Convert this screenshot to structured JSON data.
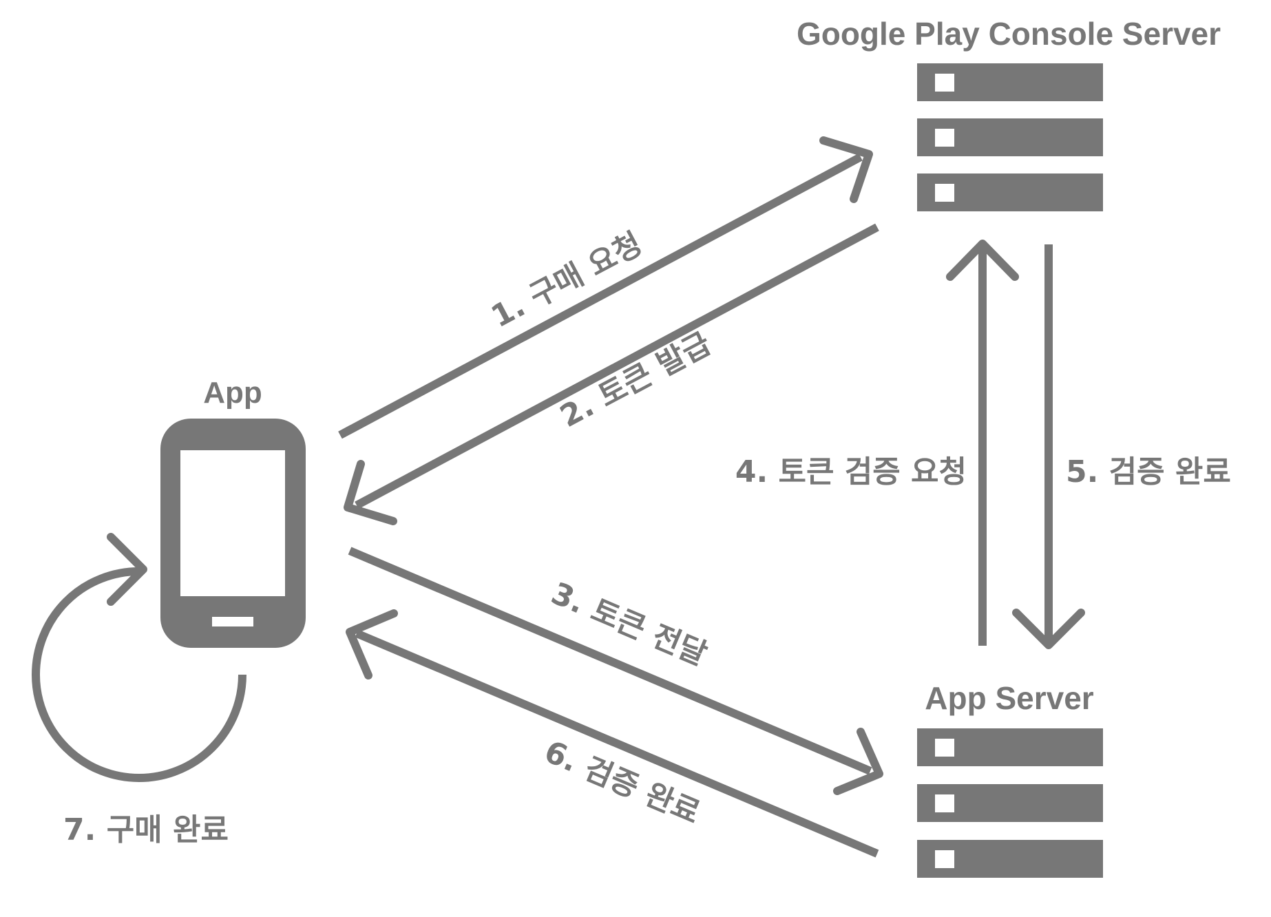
{
  "nodes": {
    "google_server": {
      "label": "Google Play Console Server"
    },
    "app": {
      "label": "App"
    },
    "app_server": {
      "label": "App Server"
    }
  },
  "steps": [
    {
      "id": "step1",
      "label": "1. 구매 요청"
    },
    {
      "id": "step2",
      "label": "2. 토큰 발급"
    },
    {
      "id": "step3",
      "label": "3. 토큰 전달"
    },
    {
      "id": "step4",
      "label": "4. 토큰 검증 요청"
    },
    {
      "id": "step5",
      "label": "5. 검증 완료"
    },
    {
      "id": "step6",
      "label": "6. 검증 완료"
    },
    {
      "id": "step7",
      "label": "7. 구매 완료"
    }
  ],
  "colors": {
    "ink": "#777777",
    "background": "#ffffff"
  },
  "icons": {
    "phone": "smartphone-icon",
    "server": "server-rack-icon",
    "loop": "loop-arrow-icon"
  }
}
